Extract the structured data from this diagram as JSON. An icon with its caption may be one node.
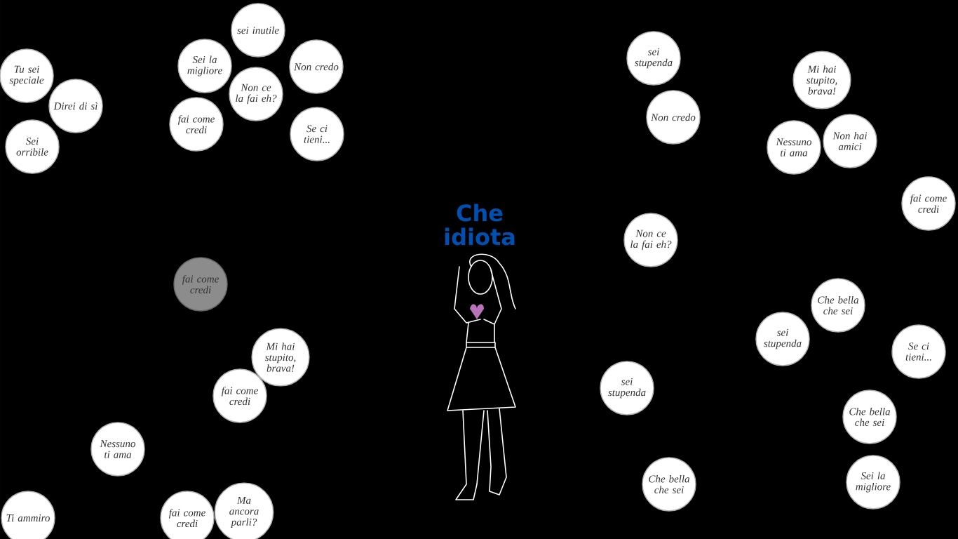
{
  "diagram": {
    "title": "Che idiota",
    "nodes": [
      {
        "text": [
          "Tu sei speciale"
        ]
      },
      {
        "text": [
          "Direi di sì"
        ]
      },
      {
        "text": [
          "Sei orribile"
        ]
      },
      {
        "text": [
          "sei inutile"
        ]
      },
      {
        "text": [
          "Sei la migliore"
        ]
      },
      {
        "text": [
          "Non credo"
        ]
      },
      {
        "text": [
          "Non ce la fai eh?"
        ]
      },
      {
        "text": [
          "fai come credi"
        ]
      },
      {
        "text": [
          "Se ci tieni..."
        ]
      },
      {
        "text": [
          "fai come credi"
        ]
      },
      {
        "text": [
          "Mi hai stupito, brava!"
        ]
      },
      {
        "text": [
          "fai come credi"
        ]
      },
      {
        "text": [
          "Nessuno ti ama"
        ]
      },
      {
        "text": [
          "Ti ammiro"
        ]
      },
      {
        "text": [
          "fai come credi"
        ]
      },
      {
        "text": [
          "Ma ancora parli?"
        ]
      },
      {
        "text": [
          "sei stupenda"
        ]
      },
      {
        "text": [
          "Non credo"
        ]
      },
      {
        "text": [
          "Mi hai stupito, brava!"
        ]
      },
      {
        "text": [
          "Nessuno ti ama"
        ]
      },
      {
        "text": [
          "Non hai amici"
        ]
      },
      {
        "text": [
          "fai come credi"
        ]
      },
      {
        "text": [
          "Non ce la fai eh?"
        ]
      },
      {
        "text": [
          "Che bella che sei"
        ]
      },
      {
        "text": [
          "sei stupenda"
        ]
      },
      {
        "text": [
          "Se ci tieni..."
        ]
      },
      {
        "text": [
          "sei stupenda"
        ]
      },
      {
        "text": [
          "Che bella che sei"
        ]
      },
      {
        "text": [
          "Che bella che sei"
        ]
      },
      {
        "text": [
          "Sei la migliore"
        ]
      }
    ]
  }
}
